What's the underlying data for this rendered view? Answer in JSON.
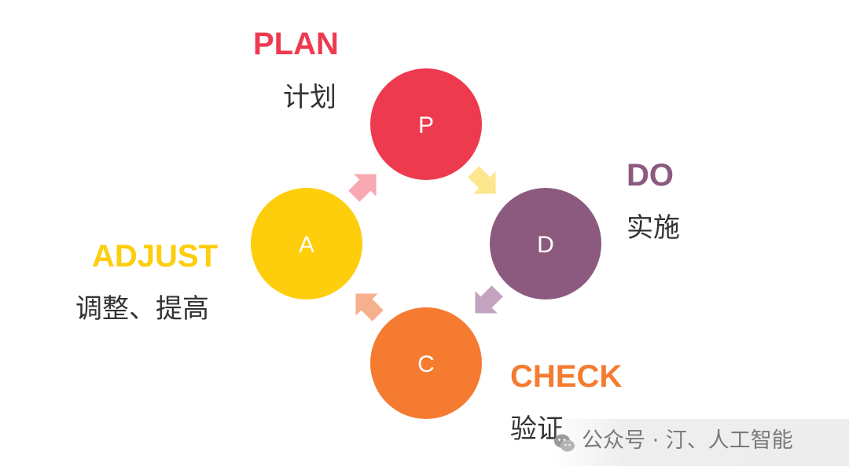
{
  "stages": [
    {
      "key": "plan",
      "letter": "P",
      "title": "PLAN",
      "subtitle": "计划",
      "color": "#ee3a4f"
    },
    {
      "key": "do",
      "letter": "D",
      "title": "DO",
      "subtitle": "实施",
      "color": "#8c5a7f"
    },
    {
      "key": "check",
      "letter": "C",
      "title": "CHECK",
      "subtitle": "验证",
      "color": "#f47b30"
    },
    {
      "key": "adjust",
      "letter": "A",
      "title": "ADJUST",
      "subtitle": "调整、提高",
      "color": "#fecd0b"
    }
  ],
  "title_colors": {
    "plan": "#ee3a4f",
    "do": "#8c5a7f",
    "check": "#f47b30",
    "adjust": "#fecd0b"
  },
  "arrow_colors": {
    "plan_to_do": "#fde68e",
    "do_to_check": "#c4a3c0",
    "check_to_adjust": "#f7b08e",
    "adjust_to_plan": "#f7a8b0"
  },
  "watermark": {
    "text": "公众号 · 汀、人工智能",
    "icon": "wechat-icon"
  }
}
